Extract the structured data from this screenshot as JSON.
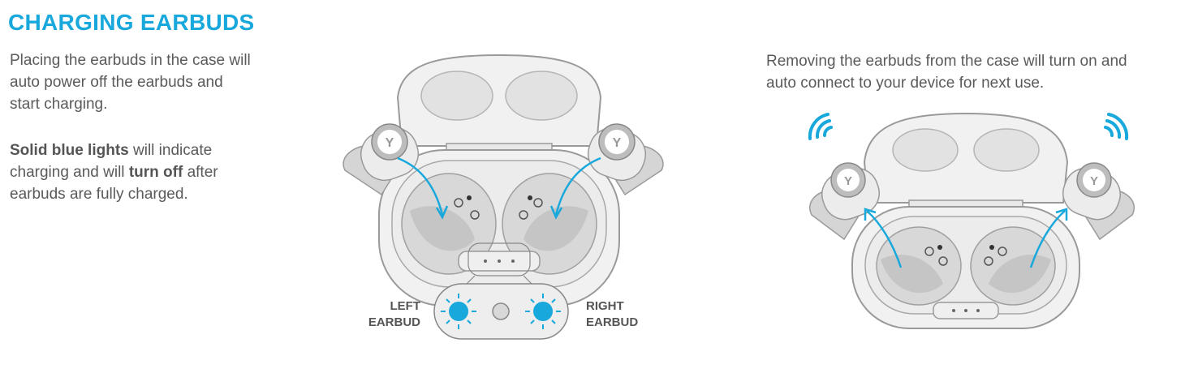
{
  "title": "CHARGING EARBUDS",
  "left_text": {
    "line1": "Placing the earbuds in the case will auto power off the earbuds and start charging.",
    "p2_bold1": "Solid blue lights",
    "p2_mid": " will indicate charging and will ",
    "p2_bold2": "turn off",
    "p2_end": " after earbuds are fully charged."
  },
  "right_text": "Removing the earbuds from the case will turn on and auto connect to your device for next use.",
  "labels": {
    "left_line1": "LEFT",
    "left_line2": "EARBUD",
    "right_line1": "RIGHT",
    "right_line2": "EARBUD"
  },
  "colors": {
    "accent": "#18a8dc",
    "case_fill": "#f1f1f1",
    "case_stroke": "#9a9a9a",
    "well_fill": "#c9c9c9",
    "text": "#5a5a5a"
  },
  "icons": [
    "arrow-icon",
    "led-light-icon",
    "wireless-signal-icon",
    "jlab-logo-icon"
  ]
}
